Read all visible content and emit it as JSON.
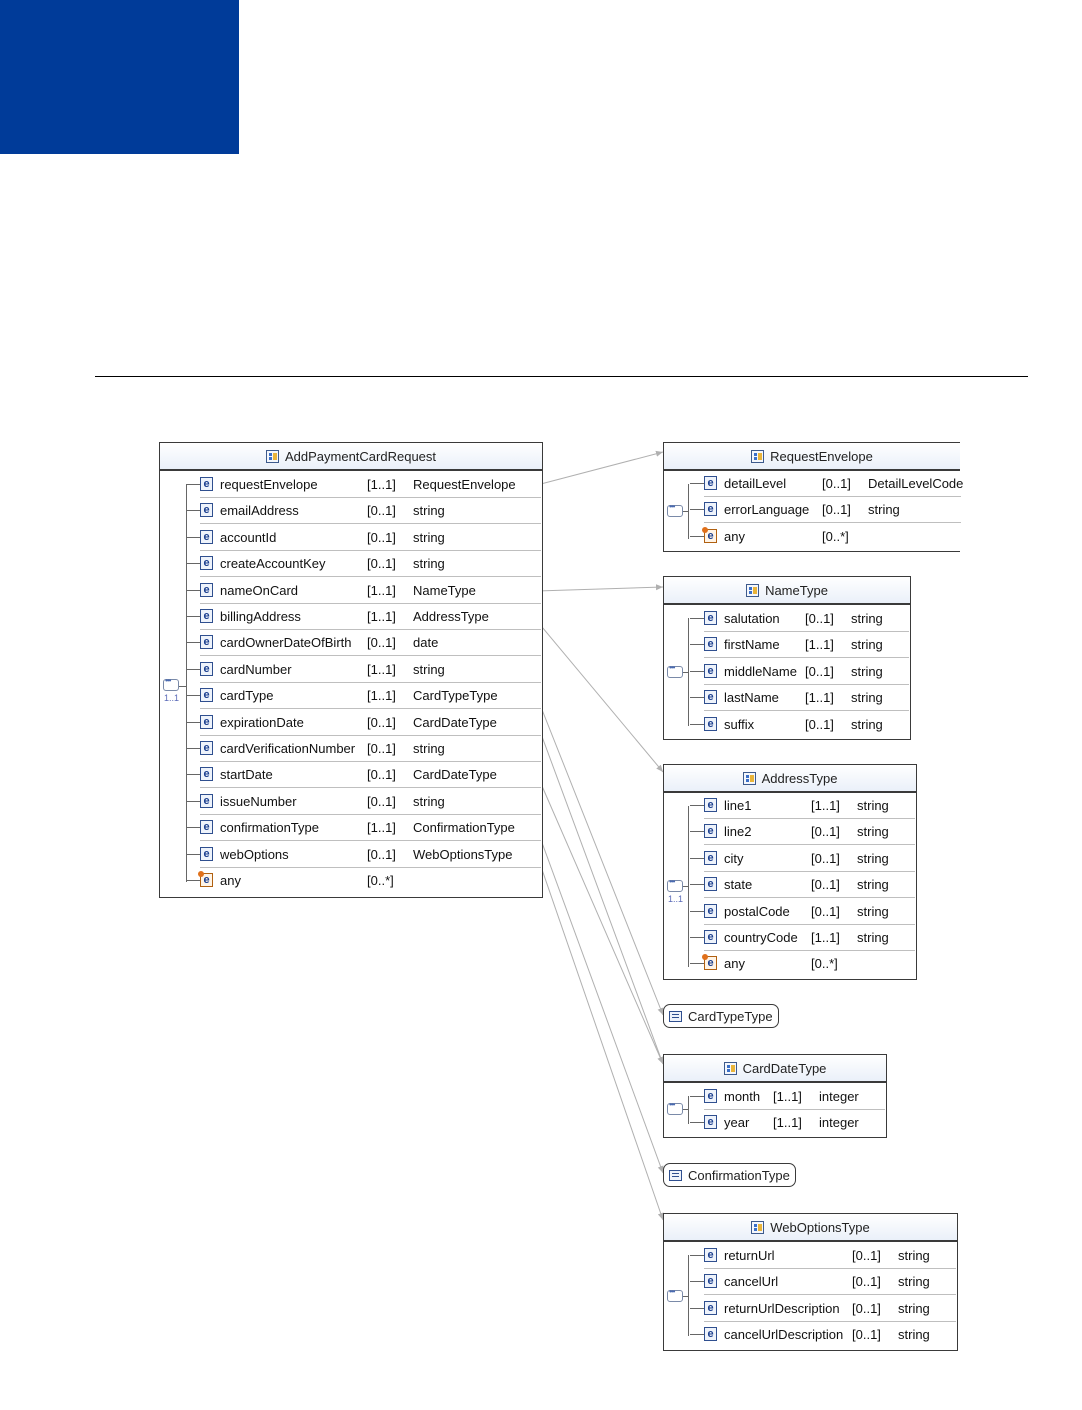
{
  "main_type": {
    "name": "AddPaymentCardRequest",
    "sequence_cardinality": "1..1",
    "elements": [
      {
        "name": "requestEnvelope",
        "card": "[1..1]",
        "type": "RequestEnvelope"
      },
      {
        "name": "emailAddress",
        "card": "[0..1]",
        "type": "string"
      },
      {
        "name": "accountId",
        "card": "[0..1]",
        "type": "string"
      },
      {
        "name": "createAccountKey",
        "card": "[0..1]",
        "type": "string"
      },
      {
        "name": "nameOnCard",
        "card": "[1..1]",
        "type": "NameType"
      },
      {
        "name": "billingAddress",
        "card": "[1..1]",
        "type": "AddressType"
      },
      {
        "name": "cardOwnerDateOfBirth",
        "card": "[0..1]",
        "type": "date"
      },
      {
        "name": "cardNumber",
        "card": "[1..1]",
        "type": "string"
      },
      {
        "name": "cardType",
        "card": "[1..1]",
        "type": "CardTypeType"
      },
      {
        "name": "expirationDate",
        "card": "[0..1]",
        "type": "CardDateType"
      },
      {
        "name": "cardVerificationNumber",
        "card": "[0..1]",
        "type": "string"
      },
      {
        "name": "startDate",
        "card": "[0..1]",
        "type": "CardDateType"
      },
      {
        "name": "issueNumber",
        "card": "[0..1]",
        "type": "string"
      },
      {
        "name": "confirmationType",
        "card": "[1..1]",
        "type": "ConfirmationType"
      },
      {
        "name": "webOptions",
        "card": "[0..1]",
        "type": "WebOptionsType"
      },
      {
        "name": "any",
        "card": "[0..*]",
        "type": "",
        "wildcard": true
      }
    ]
  },
  "types": {
    "requestEnvelope": {
      "name": "RequestEnvelope",
      "elements": [
        {
          "name": "detailLevel",
          "card": "[0..1]",
          "type": "DetailLevelCode"
        },
        {
          "name": "errorLanguage",
          "card": "[0..1]",
          "type": "string"
        },
        {
          "name": "any",
          "card": "[0..*]",
          "type": "",
          "wildcard": true
        }
      ]
    },
    "nameType": {
      "name": "NameType",
      "elements": [
        {
          "name": "salutation",
          "card": "[0..1]",
          "type": "string"
        },
        {
          "name": "firstName",
          "card": "[1..1]",
          "type": "string"
        },
        {
          "name": "middleName",
          "card": "[0..1]",
          "type": "string"
        },
        {
          "name": "lastName",
          "card": "[1..1]",
          "type": "string"
        },
        {
          "name": "suffix",
          "card": "[0..1]",
          "type": "string"
        }
      ]
    },
    "addressType": {
      "name": "AddressType",
      "sequence_cardinality": "1..1",
      "elements": [
        {
          "name": "line1",
          "card": "[1..1]",
          "type": "string"
        },
        {
          "name": "line2",
          "card": "[0..1]",
          "type": "string"
        },
        {
          "name": "city",
          "card": "[0..1]",
          "type": "string"
        },
        {
          "name": "state",
          "card": "[0..1]",
          "type": "string"
        },
        {
          "name": "postalCode",
          "card": "[0..1]",
          "type": "string"
        },
        {
          "name": "countryCode",
          "card": "[1..1]",
          "type": "string"
        },
        {
          "name": "any",
          "card": "[0..*]",
          "type": "",
          "wildcard": true
        }
      ]
    },
    "cardTypeType": {
      "name": "CardTypeType"
    },
    "cardDateType": {
      "name": "CardDateType",
      "elements": [
        {
          "name": "month",
          "card": "[1..1]",
          "type": "integer"
        },
        {
          "name": "year",
          "card": "[1..1]",
          "type": "integer"
        }
      ]
    },
    "confirmationType": {
      "name": "ConfirmationType"
    },
    "webOptionsType": {
      "name": "WebOptionsType",
      "elements": [
        {
          "name": "returnUrl",
          "card": "[0..1]",
          "type": "string"
        },
        {
          "name": "cancelUrl",
          "card": "[0..1]",
          "type": "string"
        },
        {
          "name": "returnUrlDescription",
          "card": "[0..1]",
          "type": "string"
        },
        {
          "name": "cancelUrlDescription",
          "card": "[0..1]",
          "type": "string"
        }
      ]
    }
  },
  "colors": {
    "corner_block": "#003B99",
    "connector": "#b0b0b0",
    "border": "#3a3a3a"
  }
}
